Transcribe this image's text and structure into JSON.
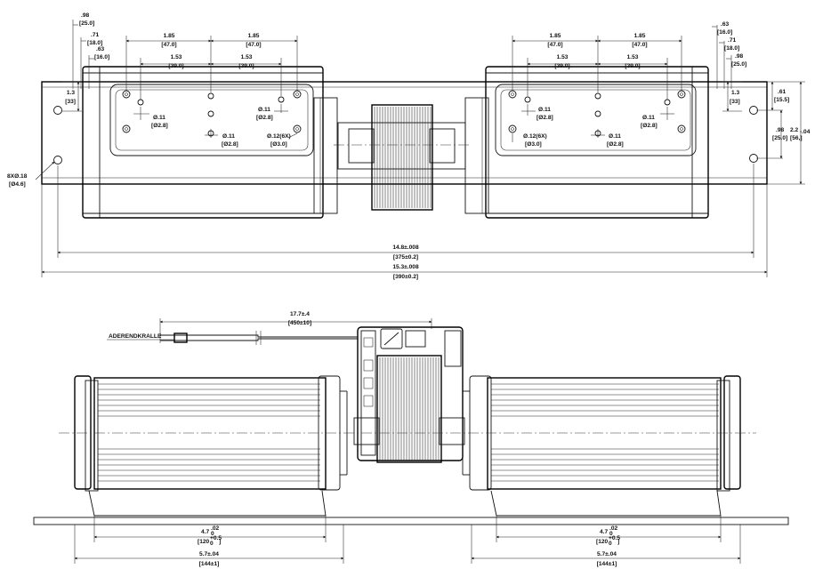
{
  "top_view": {
    "left_unit": {
      "pitch_outer_left": "1.85",
      "pitch_outer_left_mm": "[47.0]",
      "pitch_outer_right": "1.85",
      "pitch_outer_right_mm": "[47.0]",
      "pitch_inner_left": "1.53",
      "pitch_inner_left_mm": "[39.0]",
      "pitch_inner_right": "1.53",
      "pitch_inner_right_mm": "[39.0]",
      "edge_98": ".98",
      "edge_98_mm": "[25.0]",
      "edge_71": ".71",
      "edge_71_mm": "[18.0]",
      "edge_63": ".63",
      "edge_63_mm": "[16.0]",
      "height_13": "1.3",
      "height_13_mm": "[33]",
      "hole_a": "Ø.11",
      "hole_a_mm": "[Ø2.8]",
      "hole_b": "Ø.11",
      "hole_b_mm": "[Ø2.8]",
      "hole_c": "Ø.11",
      "hole_c_mm": "[Ø2.8]",
      "hole_6x": "Ø.12(6X)",
      "hole_6x_mm": "[Ø3.0]"
    },
    "right_unit": {
      "pitch_outer_left": "1.85",
      "pitch_outer_left_mm": "[47.0]",
      "pitch_outer_right": "1.85",
      "pitch_outer_right_mm": "[47.0]",
      "pitch_inner_left": "1.53",
      "pitch_inner_left_mm": "[39.0]",
      "pitch_inner_right": "1.53",
      "pitch_inner_right_mm": "[39.0]",
      "edge_63": ".63",
      "edge_63_mm": "[16.0]",
      "edge_71": ".71",
      "edge_71_mm": "[18.0]",
      "edge_98": ".98",
      "edge_98_mm": "[25.0]",
      "height_13": "1.3",
      "height_13_mm": "[33]",
      "hole_a": "Ø.11",
      "hole_a_mm": "[Ø2.8]",
      "hole_b": "Ø.11",
      "hole_b_mm": "[Ø2.8]",
      "hole_c": "Ø.11",
      "hole_c_mm": "[Ø2.8]",
      "hole_6x": "Ø.12(6X)",
      "hole_6x_mm": "[Ø3.0]"
    },
    "flange_holes": "8XØ.18",
    "flange_holes_mm": "[Ø4.6]",
    "side_61": ".61",
    "side_61_mm": "[15.5]",
    "side_98": ".98",
    "side_98_mm": "[25.0]",
    "side_22": "2.2",
    "side_22_tol": "-.04",
    "side_22_mm": "[56,]",
    "hole_spacing": "14.8±.008",
    "hole_spacing_mm": "[375±0.2]",
    "overall_length": "15.3±.008",
    "overall_length_mm": "[390±0.2]"
  },
  "front_view": {
    "lead_length": "17.7±.4",
    "lead_length_mm": "[450±10]",
    "lead_label": "ADERENDKRALLE",
    "wheel_left": "4.7",
    "wheel_left_tol_up": ".02",
    "wheel_left_tol_dn": "0",
    "wheel_left_mm": "[120",
    "wheel_left_mm_tol": "+0.5",
    "wheel_left_mm_tol0": "0",
    "wheel_left_mm_close": "]",
    "wheel_right": "4.7",
    "wheel_right_tol_up": ".02",
    "wheel_right_tol_dn": "0",
    "wheel_right_mm": "[120",
    "wheel_right_mm_tol": "+0.5",
    "wheel_right_mm_tol0": "0",
    "wheel_right_mm_close": "]",
    "housing_left": "5.7±.04",
    "housing_left_mm": "[144±1]",
    "housing_right": "5.7±.04",
    "housing_right_mm": "[144±1]"
  }
}
